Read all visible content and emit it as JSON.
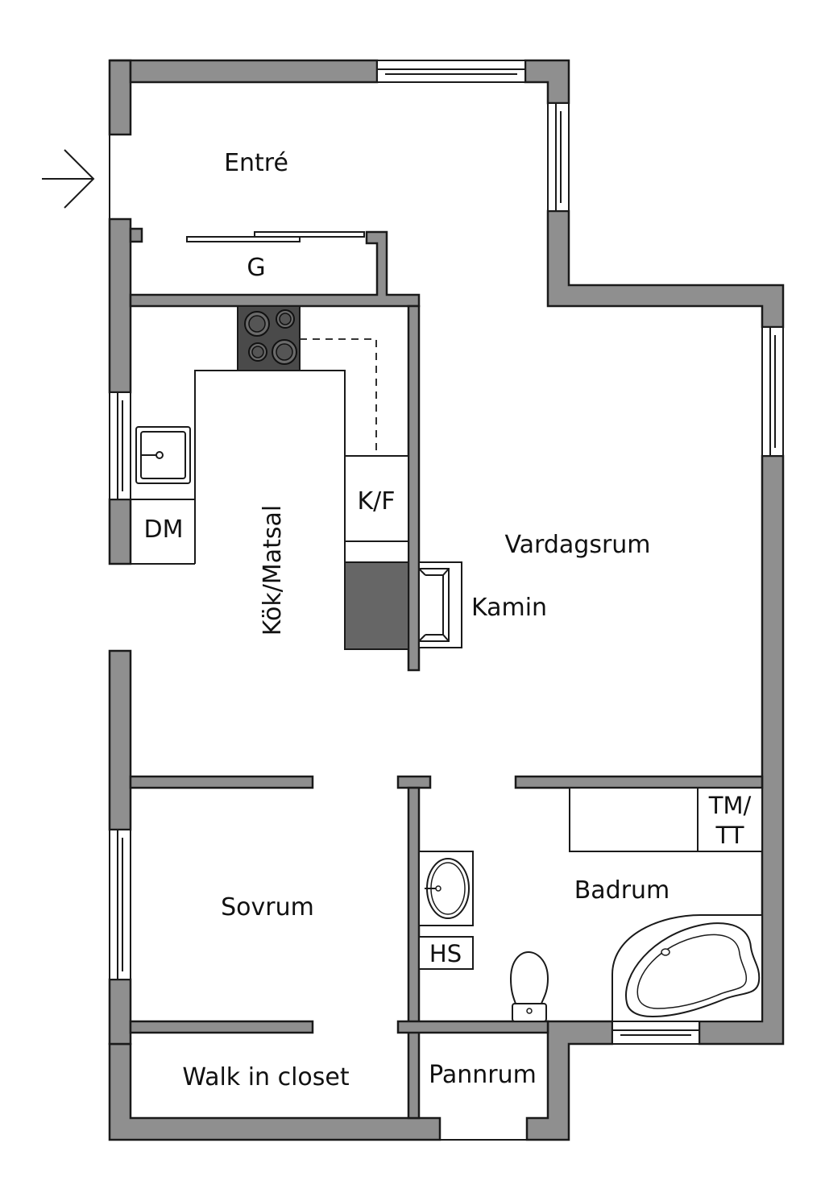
{
  "rooms": {
    "entre": "Entré",
    "garderob": "G",
    "kok_matsal": "Kök/Matsal",
    "kyl_frys": "K/F",
    "diskmaskin": "DM",
    "vardagsrum": "Vardagsrum",
    "kamin": "Kamin",
    "sovrum": "Sovrum",
    "badrum": "Badrum",
    "tvattmaskin_line1": "TM/",
    "tvattmaskin_line2": "TT",
    "handfat_skap": "HS",
    "walk_in_closet": "Walk in closet",
    "pannrum": "Pannrum"
  },
  "colors": {
    "wall_fill": "#8f8f8f",
    "outline": "#1a1a1a",
    "stove_fill": "#4a4a4a",
    "fireplace_fill": "#666666",
    "background": "#ffffff"
  },
  "icons": {
    "entrance": "entrance-arrow-icon",
    "stove": "stove-icon",
    "sink": "kitchen-sink-icon",
    "fireplace": "fireplace-icon",
    "basin": "washbasin-icon",
    "toilet": "toilet-icon",
    "bathtub": "corner-bathtub-icon"
  }
}
